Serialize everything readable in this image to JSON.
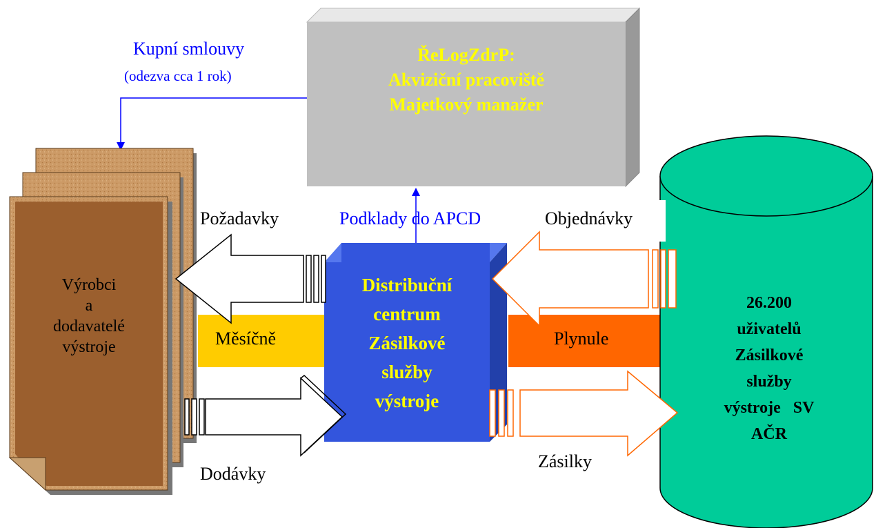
{
  "relog_box": {
    "line1": "ŘeLogZdrP:",
    "line2": "Akviziční pracoviště",
    "line3": "Majetkový manažer"
  },
  "purchase": {
    "title": "Kupní smlouvy",
    "subtitle": "(odezva cca 1 rok)"
  },
  "producers": {
    "line1": "Výrobci",
    "line2": "a",
    "line3": "dodavatelé",
    "line4": "výstroje"
  },
  "distribution": {
    "line1": "Distribuční",
    "line2": "centrum",
    "line3": "Zásilkové",
    "line4": "služby",
    "line5": "výstroje"
  },
  "users": {
    "line1": "26.200",
    "line2": "uživatelů",
    "line3": "Zásilkové",
    "line4": "služby",
    "line5": "výstroje   SV",
    "line6": "AČR"
  },
  "flows": {
    "requests": "Požadavky",
    "apcd": "Podklady do  APCD",
    "orders": "Objednávky",
    "monthly": "Měsíčně",
    "continuous": "Plynule",
    "deliveries": "Dodávky",
    "shipments": "Zásilky"
  },
  "colors": {
    "gray_box": "#c0c0c0",
    "brown_doc": "#996633",
    "blue_box": "#3355dd",
    "cylinder": "#00cc99",
    "monthly_band": "#ffcc00",
    "continuous_band": "#ff6600",
    "orange_arrow": "#ff6600",
    "text_blue": "#0000ff",
    "text_yellow": "#ffff00"
  }
}
